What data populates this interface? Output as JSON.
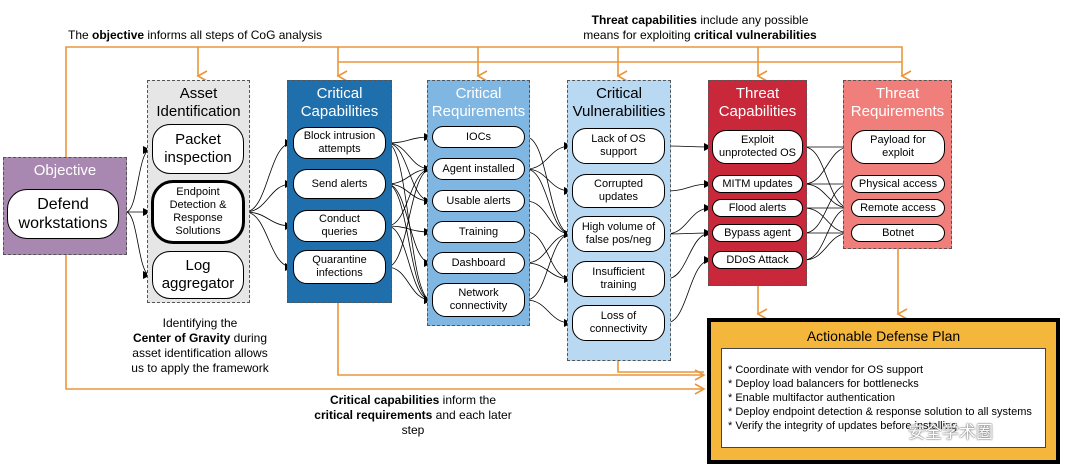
{
  "annotations": {
    "objective_note_pre": "The ",
    "objective_note_bold": "objective",
    "objective_note_post": " informs all steps of CoG analysis",
    "threat_note_bold1": "Threat capabilities",
    "threat_note_mid": " include any possible",
    "threat_note_line2_pre": "means for exploiting ",
    "threat_note_bold2": "critical vulnerabilities",
    "cog_note_line1": "Identifying the",
    "cog_note_bold": "Center of Gravity",
    "cog_note_after": " during",
    "cog_note_line3": "asset identification allows",
    "cog_note_line4": "us to apply the framework",
    "crit_note_bold1": "Critical capabilities",
    "crit_note_after1": " inform the",
    "crit_note_bold2": "critical requirements",
    "crit_note_after2": " and each later",
    "crit_note_line3": "step"
  },
  "columns": {
    "objective": {
      "title": "Objective",
      "items": [
        "Defend\nworkstations"
      ]
    },
    "asset": {
      "title": "Asset\nIdentification",
      "items": [
        "Packet\ninspection",
        "Endpoint\nDetection &\nResponse\nSolutions",
        "Log\naggregator"
      ]
    },
    "capabilities": {
      "title": "Critical\nCapabilities",
      "items": [
        "Block intrusion\nattempts",
        "Send alerts",
        "Conduct\nqueries",
        "Quarantine\ninfections"
      ]
    },
    "requirements": {
      "title": "Critical\nRequirements",
      "items": [
        "IOCs",
        "Agent installed",
        "Usable alerts",
        "Training",
        "Dashboard",
        "Network\nconnectivity"
      ]
    },
    "vulnerabilities": {
      "title": "Critical\nVulnerabilities",
      "items": [
        "Lack of OS\nsupport",
        "Corrupted\nupdates",
        "High volume of\nfalse pos/neg",
        "Insufficient\ntraining",
        "Loss of\nconnectivity"
      ]
    },
    "threat_cap": {
      "title": "Threat\nCapabilities",
      "items": [
        "Exploit\nunprotected OS",
        "MITM updates",
        "Flood alerts",
        "Bypass agent",
        "DDoS Attack"
      ]
    },
    "threat_req": {
      "title": "Threat\nRequirements",
      "items": [
        "Payload for\nexploit",
        "Physical access",
        "Remote access",
        "Botnet"
      ]
    }
  },
  "plan": {
    "title": "Actionable Defense Plan",
    "items": [
      "* Coordinate with vendor for OS support",
      "* Deploy load balancers for bottlenecks",
      "* Enable multifactor authentication",
      "* Deploy endpoint detection & response solution to all systems",
      "* Verify the integrity of updates before installing"
    ]
  },
  "watermark": "安全学术圈",
  "colors": {
    "objective": "#a887b0",
    "asset": "#e6e6e6",
    "capabilities": "#1f6fad",
    "requirements": "#7fb6e2",
    "vulnerabilities": "#b9d8f1",
    "threat_cap": "#c8283a",
    "threat_req": "#f07f7b",
    "plan": "#f4b73b",
    "orange_arrow": "#e9963a"
  }
}
